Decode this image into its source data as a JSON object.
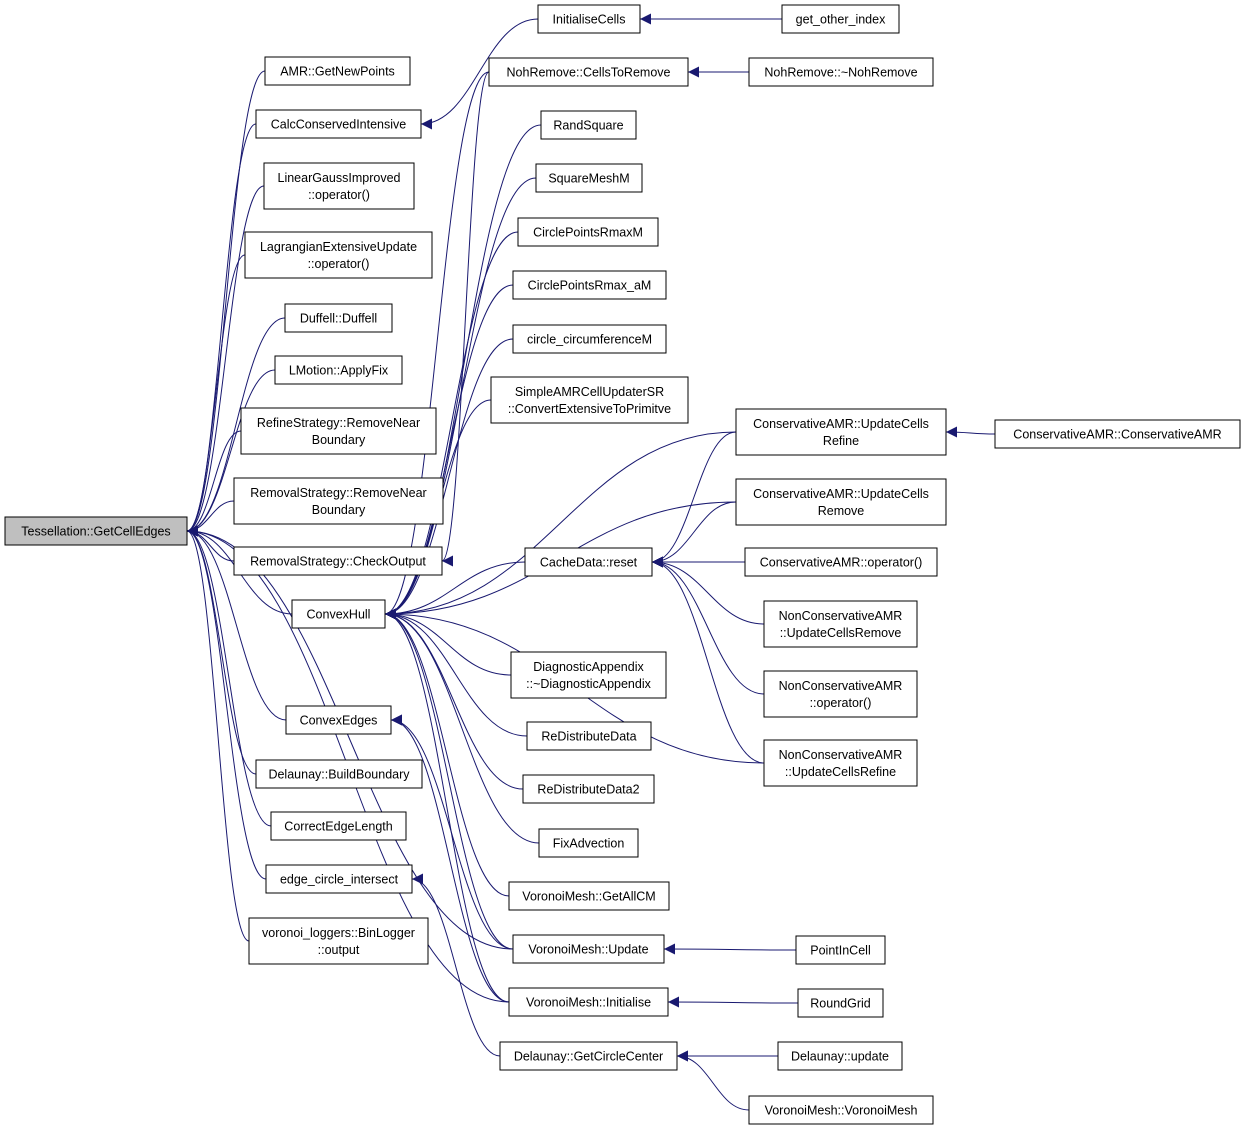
{
  "graph": {
    "line_color": "#191970",
    "root_fill": "#bfbfbf",
    "nodes": [
      {
        "id": "root",
        "lines": [
          "Tessellation::GetCellEdges"
        ]
      },
      {
        "id": "amr_getnewpoints",
        "lines": [
          "AMR::GetNewPoints"
        ]
      },
      {
        "id": "calcconservedintensive",
        "lines": [
          "CalcConservedIntensive"
        ]
      },
      {
        "id": "lineargaussimproved",
        "lines": [
          "LinearGaussImproved",
          "::operator()"
        ]
      },
      {
        "id": "lagrangianextensiveupdate",
        "lines": [
          "LagrangianExtensiveUpdate",
          "::operator()"
        ]
      },
      {
        "id": "duffell",
        "lines": [
          "Duffell::Duffell"
        ]
      },
      {
        "id": "lmotion_applyfix",
        "lines": [
          "LMotion::ApplyFix"
        ]
      },
      {
        "id": "refinestrategy_removenear",
        "lines": [
          "RefineStrategy::RemoveNear",
          "Boundary"
        ]
      },
      {
        "id": "removalstrategy_removenear",
        "lines": [
          "RemovalStrategy::RemoveNear",
          "Boundary"
        ]
      },
      {
        "id": "removalstrategy_checkoutput",
        "lines": [
          "RemovalStrategy::CheckOutput"
        ]
      },
      {
        "id": "convexhull",
        "lines": [
          "ConvexHull"
        ]
      },
      {
        "id": "convexedges",
        "lines": [
          "ConvexEdges"
        ]
      },
      {
        "id": "delaunay_buildboundary",
        "lines": [
          "Delaunay::BuildBoundary"
        ]
      },
      {
        "id": "correctedgelength",
        "lines": [
          "CorrectEdgeLength"
        ]
      },
      {
        "id": "edge_circle_intersect",
        "lines": [
          "edge_circle_intersect"
        ]
      },
      {
        "id": "voronoi_loggers_binlogger",
        "lines": [
          "voronoi_loggers::BinLogger",
          "::output"
        ]
      },
      {
        "id": "initialisecells",
        "lines": [
          "InitialiseCells"
        ]
      },
      {
        "id": "get_other_index",
        "lines": [
          "get_other_index"
        ]
      },
      {
        "id": "nohremove_cellstoremove",
        "lines": [
          "NohRemove::CellsToRemove"
        ]
      },
      {
        "id": "nohremove_dtor",
        "lines": [
          "NohRemove::~NohRemove"
        ]
      },
      {
        "id": "randsquare",
        "lines": [
          "RandSquare"
        ]
      },
      {
        "id": "squaremeshm",
        "lines": [
          "SquareMeshM"
        ]
      },
      {
        "id": "circlepointsrmaxm",
        "lines": [
          "CirclePointsRmaxM"
        ]
      },
      {
        "id": "circlepointsrmax_am",
        "lines": [
          "CirclePointsRmax_aM"
        ]
      },
      {
        "id": "circle_circumferencem",
        "lines": [
          "circle_circumferenceM"
        ]
      },
      {
        "id": "simpleamrcellupdatersr",
        "lines": [
          "SimpleAMRCellUpdaterSR",
          "::ConvertExtensiveToPrimitve"
        ]
      },
      {
        "id": "cachedata_reset",
        "lines": [
          "CacheData::reset"
        ]
      },
      {
        "id": "diagnosticappendix",
        "lines": [
          "DiagnosticAppendix",
          "::~DiagnosticAppendix"
        ]
      },
      {
        "id": "redistributedata",
        "lines": [
          "ReDistributeData"
        ]
      },
      {
        "id": "redistributedata2",
        "lines": [
          "ReDistributeData2"
        ]
      },
      {
        "id": "fixadvection",
        "lines": [
          "FixAdvection"
        ]
      },
      {
        "id": "voronoimesh_getallcm",
        "lines": [
          "VoronoiMesh::GetAllCM"
        ]
      },
      {
        "id": "voronoimesh_update",
        "lines": [
          "VoronoiMesh::Update"
        ]
      },
      {
        "id": "voronoimesh_initialise",
        "lines": [
          "VoronoiMesh::Initialise"
        ]
      },
      {
        "id": "delaunay_getcirclecenter",
        "lines": [
          "Delaunay::GetCircleCenter"
        ]
      },
      {
        "id": "conservativeamr_updatecellsrefine",
        "lines": [
          "ConservativeAMR::UpdateCells",
          "Refine"
        ]
      },
      {
        "id": "conservativeamr_updatecellsremove",
        "lines": [
          "ConservativeAMR::UpdateCells",
          "Remove"
        ]
      },
      {
        "id": "conservativeamr_operator",
        "lines": [
          "ConservativeAMR::operator()"
        ]
      },
      {
        "id": "nonconservativeamr_updatecellsremove",
        "lines": [
          "NonConservativeAMR",
          "::UpdateCellsRemove"
        ]
      },
      {
        "id": "nonconservativeamr_operator",
        "lines": [
          "NonConservativeAMR",
          "::operator()"
        ]
      },
      {
        "id": "nonconservativeamr_updatecellsrefine",
        "lines": [
          "NonConservativeAMR",
          "::UpdateCellsRefine"
        ]
      },
      {
        "id": "conservativeamr_ctor",
        "lines": [
          "ConservativeAMR::ConservativeAMR"
        ]
      },
      {
        "id": "pointincell",
        "lines": [
          "PointInCell"
        ]
      },
      {
        "id": "roundgrid",
        "lines": [
          "RoundGrid"
        ]
      },
      {
        "id": "delaunay_update",
        "lines": [
          "Delaunay::update"
        ]
      },
      {
        "id": "voronoimesh_ctor",
        "lines": [
          "VoronoiMesh::VoronoiMesh"
        ]
      }
    ],
    "edges": [
      [
        "amr_getnewpoints",
        "root"
      ],
      [
        "calcconservedintensive",
        "root"
      ],
      [
        "lineargaussimproved",
        "root"
      ],
      [
        "lagrangianextensiveupdate",
        "root"
      ],
      [
        "duffell",
        "root"
      ],
      [
        "lmotion_applyfix",
        "root"
      ],
      [
        "refinestrategy_removenear",
        "root"
      ],
      [
        "removalstrategy_removenear",
        "root"
      ],
      [
        "removalstrategy_checkoutput",
        "root"
      ],
      [
        "convexhull",
        "root"
      ],
      [
        "convexedges",
        "root"
      ],
      [
        "delaunay_buildboundary",
        "root"
      ],
      [
        "correctedgelength",
        "root"
      ],
      [
        "edge_circle_intersect",
        "root"
      ],
      [
        "voronoi_loggers_binlogger",
        "root"
      ],
      [
        "voronoimesh_initialise",
        "root"
      ],
      [
        "voronoimesh_update",
        "root"
      ],
      [
        "initialisecells",
        "calcconservedintensive"
      ],
      [
        "get_other_index",
        "initialisecells"
      ],
      [
        "nohremove_cellstoremove",
        "convexhull"
      ],
      [
        "nohremove_dtor",
        "nohremove_cellstoremove"
      ],
      [
        "randsquare",
        "convexhull"
      ],
      [
        "squaremeshm",
        "convexhull"
      ],
      [
        "circlepointsrmaxm",
        "convexhull"
      ],
      [
        "circlepointsrmax_am",
        "convexhull"
      ],
      [
        "circle_circumferencem",
        "convexhull"
      ],
      [
        "simpleamrcellupdatersr",
        "convexhull"
      ],
      [
        "conservativeamr_updatecellsrefine",
        "convexhull"
      ],
      [
        "conservativeamr_updatecellsremove",
        "convexhull"
      ],
      [
        "cachedata_reset",
        "convexhull"
      ],
      [
        "nonconservativeamr_updatecellsrefine",
        "convexhull"
      ],
      [
        "diagnosticappendix",
        "convexhull"
      ],
      [
        "redistributedata",
        "convexhull"
      ],
      [
        "redistributedata2",
        "convexhull"
      ],
      [
        "fixadvection",
        "convexhull"
      ],
      [
        "voronoimesh_getallcm",
        "convexhull"
      ],
      [
        "voronoimesh_update",
        "convexhull"
      ],
      [
        "voronoimesh_initialise",
        "convexhull"
      ],
      [
        "nohremove_cellstoremove",
        "removalstrategy_checkoutput"
      ],
      [
        "voronoimesh_update",
        "convexedges"
      ],
      [
        "voronoimesh_initialise",
        "convexedges"
      ],
      [
        "delaunay_getcirclecenter",
        "edge_circle_intersect"
      ],
      [
        "conservativeamr_updatecellsrefine",
        "cachedata_reset"
      ],
      [
        "conservativeamr_updatecellsremove",
        "cachedata_reset"
      ],
      [
        "conservativeamr_operator",
        "cachedata_reset"
      ],
      [
        "nonconservativeamr_updatecellsremove",
        "cachedata_reset"
      ],
      [
        "nonconservativeamr_operator",
        "cachedata_reset"
      ],
      [
        "nonconservativeamr_updatecellsrefine",
        "cachedata_reset"
      ],
      [
        "conservativeamr_ctor",
        "conservativeamr_updatecellsrefine"
      ],
      [
        "pointincell",
        "voronoimesh_update"
      ],
      [
        "roundgrid",
        "voronoimesh_initialise"
      ],
      [
        "delaunay_update",
        "delaunay_getcirclecenter"
      ],
      [
        "voronoimesh_ctor",
        "delaunay_getcirclecenter"
      ]
    ]
  }
}
